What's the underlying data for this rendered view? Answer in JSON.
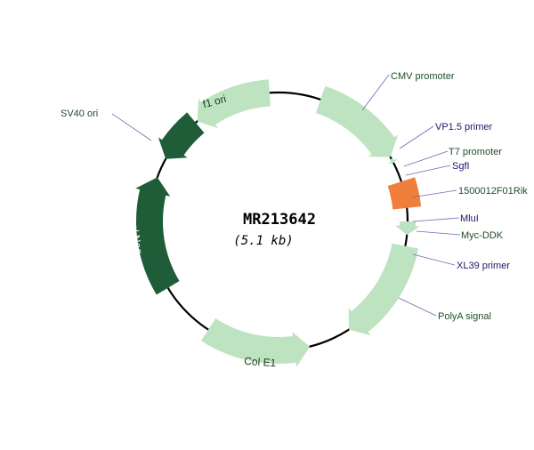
{
  "plasmid": {
    "name": "MR213642",
    "size": "(5.1 kb)"
  },
  "features": {
    "f1_ori": "f1 ori",
    "cmv_promoter": "CMV promoter",
    "kan_neo": "Kan/ Neo",
    "col_e1": "Col E1",
    "orf": "1500012F01Rik",
    "sv40_ori": "SV40 ori",
    "vp15_primer": "VP1.5 primer",
    "t7_promoter": "T7 promoter",
    "sgfi": "SgfI",
    "mlui": "MluI",
    "myc_ddk": "Myc-DDK",
    "xl39_primer": "XL39 primer",
    "polya_signal": "PolyA signal"
  },
  "colors": {
    "light_green": "#bde3c0",
    "dark_green": "#1f5c38",
    "orange": "#f07f3c",
    "backbone": "#000000",
    "leader": "#5a5aa0"
  }
}
